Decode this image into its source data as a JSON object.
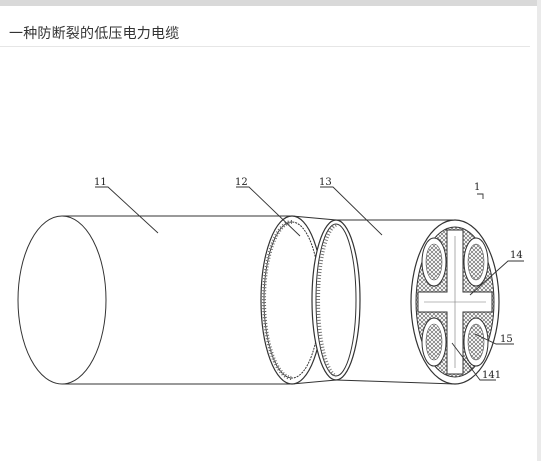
{
  "header": {
    "title": "一种防断裂的低压电力电缆"
  },
  "diagram": {
    "labels": {
      "sheath": "11",
      "armor": "12",
      "inner_sheath": "13",
      "assembly": "1",
      "core": "14",
      "filler": "15",
      "conductor": "141"
    },
    "colors": {
      "line": "#333333",
      "background": "#ffffff",
      "accent": "#d9d9d9"
    }
  }
}
